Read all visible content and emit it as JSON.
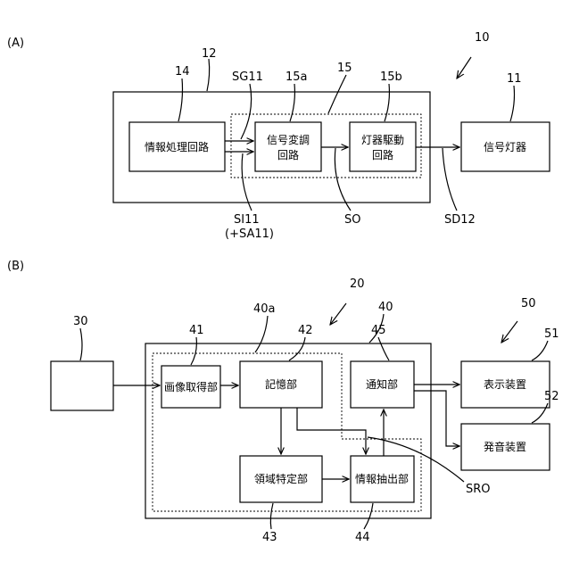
{
  "section_a": {
    "label": "(A)",
    "system_ref": "10",
    "device_ref": "12",
    "info_circuit": {
      "ref": "14",
      "text": "情報処理回路"
    },
    "group_ref": "15",
    "modulation_circuit": {
      "ref": "15a",
      "line1": "信号変調",
      "line2": "回路"
    },
    "driver_circuit": {
      "ref": "15b",
      "line1": "灯器駆動",
      "line2": "回路"
    },
    "signal_lamp": {
      "ref": "11",
      "text": "信号灯器"
    },
    "signal_sg": "SG11",
    "signal_si": "SI11",
    "signal_sa": "(+SA11)",
    "signal_so": "SO",
    "signal_sd": "SD12"
  },
  "section_b": {
    "label": "(B)",
    "system_ref": "20",
    "camera_ref": "30",
    "device_ref": "40",
    "group_ref": "40a",
    "image_acq": {
      "ref": "41",
      "text": "画像取得部"
    },
    "storage": {
      "ref": "42",
      "text": "記憶部"
    },
    "region": {
      "ref": "43",
      "text": "領域特定部"
    },
    "extract": {
      "ref": "44",
      "text": "情報抽出部"
    },
    "notify": {
      "ref": "45",
      "text": "通知部"
    },
    "output_ref": "50",
    "display": {
      "ref": "51",
      "text": "表示装置"
    },
    "sound": {
      "ref": "52",
      "text": "発音装置"
    },
    "signal_sro": "SRO"
  }
}
